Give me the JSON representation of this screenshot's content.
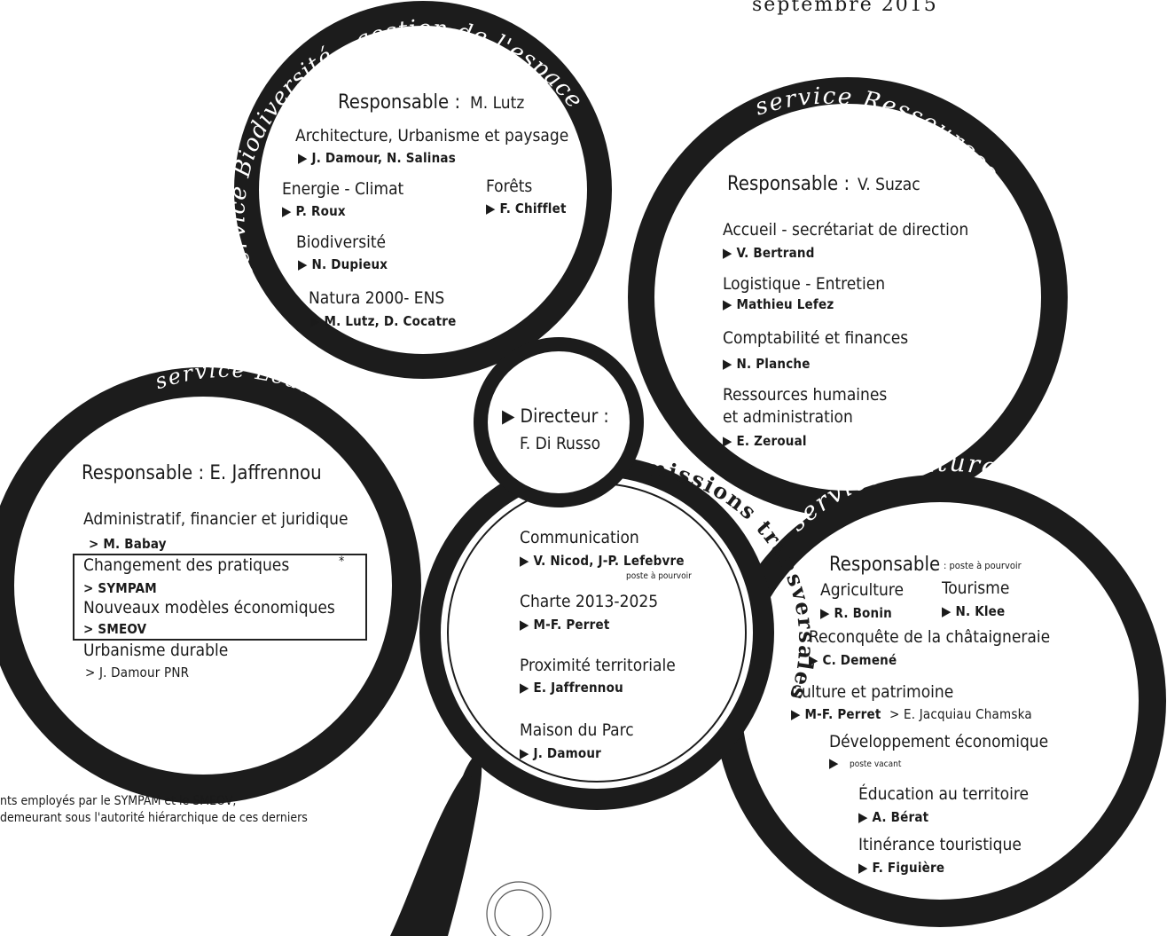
{
  "header": {
    "date": "septembre 2015"
  },
  "footnote": {
    "line1": "nts employés par le SYMPAM et le SMEOV,",
    "line2": "demeurant sous l'autorité hiérarchique de ces derniers"
  },
  "center": {
    "title": "▶ Directeur :",
    "name": "F. Di Russo"
  },
  "biodiv": {
    "ring_label": "service Biodiversité - gestion de l'espace",
    "resp_label": "Responsable :",
    "resp_name": "M. Lutz",
    "items": [
      {
        "title": "Architecture, Urbanisme et paysage",
        "people": "▶ J. Damour, N. Salinas"
      },
      {
        "title": "Energie - Climat",
        "people": "▶ P. Roux"
      },
      {
        "title": "Forêts",
        "people": "▶ F. Chifflet"
      },
      {
        "title": "Biodiversité",
        "people": "▶ N. Dupieux"
      },
      {
        "title": "Natura 2000- ENS",
        "people": "▶ M. Lutz, D. Cocatre"
      }
    ]
  },
  "ressources": {
    "ring_label": "service Ressources",
    "resp_label": "Responsable :",
    "resp_name": "V. Suzac",
    "items": [
      {
        "title": "Accueil - secrétariat de direction",
        "people": "▶ V. Bertrand"
      },
      {
        "title": "Logistique - Entretien",
        "people": "▶ Mathieu Lefez"
      },
      {
        "title": "Comptabilité et finances",
        "people": "▶ N. Planche"
      },
      {
        "title": "Ressources humaines",
        "title2": "et administration",
        "people": "▶ E. Zeroual"
      }
    ]
  },
  "leader": {
    "ring_label": "service Leader",
    "resp": "Responsable : E. Jaffrennou",
    "items": [
      {
        "title": "Administratif, financier et juridique",
        "people": "> M. Babay"
      },
      {
        "title": "Changement des pratiques",
        "people": "> SYMPAM"
      },
      {
        "title": "Nouveaux modèles économiques",
        "people": "> SMEOV"
      },
      {
        "title": "Urbanisme durable",
        "people": "> J. Damour PNR"
      }
    ],
    "asterisk": "*"
  },
  "missions": {
    "ring_label": "missions transversales",
    "items": [
      {
        "title": "Communication",
        "people": "▶ V. Nicod, J-P. Lefebvre",
        "note": "poste à pourvoir"
      },
      {
        "title": "Charte 2013-2025",
        "people": "▶ M-F. Perret"
      },
      {
        "title": "Proximité territoriale",
        "people": "▶ E. Jaffrennou"
      },
      {
        "title": "Maison du Parc",
        "people": "▶ J. Damour"
      }
    ]
  },
  "culture": {
    "ring_label": "service culture économie durable",
    "resp_label": "Responsable",
    "resp_note": ": poste à pourvoir",
    "items": [
      {
        "title": "Agriculture",
        "people": "▶ R. Bonin"
      },
      {
        "title": "Tourisme",
        "people": "▶ N. Klee"
      },
      {
        "title": "Reconquête de la châtaigneraie",
        "people": "▶ C. Demené"
      },
      {
        "title": "Culture et patrimoine",
        "people": "▶ M-F. Perret",
        "people2": "> E. Jacquiau Chamska"
      },
      {
        "title": "Développement économique",
        "people": "▶",
        "note": "poste vacant"
      },
      {
        "title": "Éducation au territoire",
        "people": "▶ A. Bérat"
      },
      {
        "title": "Itinérance touristique",
        "people": "▶ F. Figuière"
      }
    ]
  },
  "colors": {
    "ring": "#1c1c1c",
    "ring_text": "#ffffff",
    "text": "#1a1a1a"
  }
}
